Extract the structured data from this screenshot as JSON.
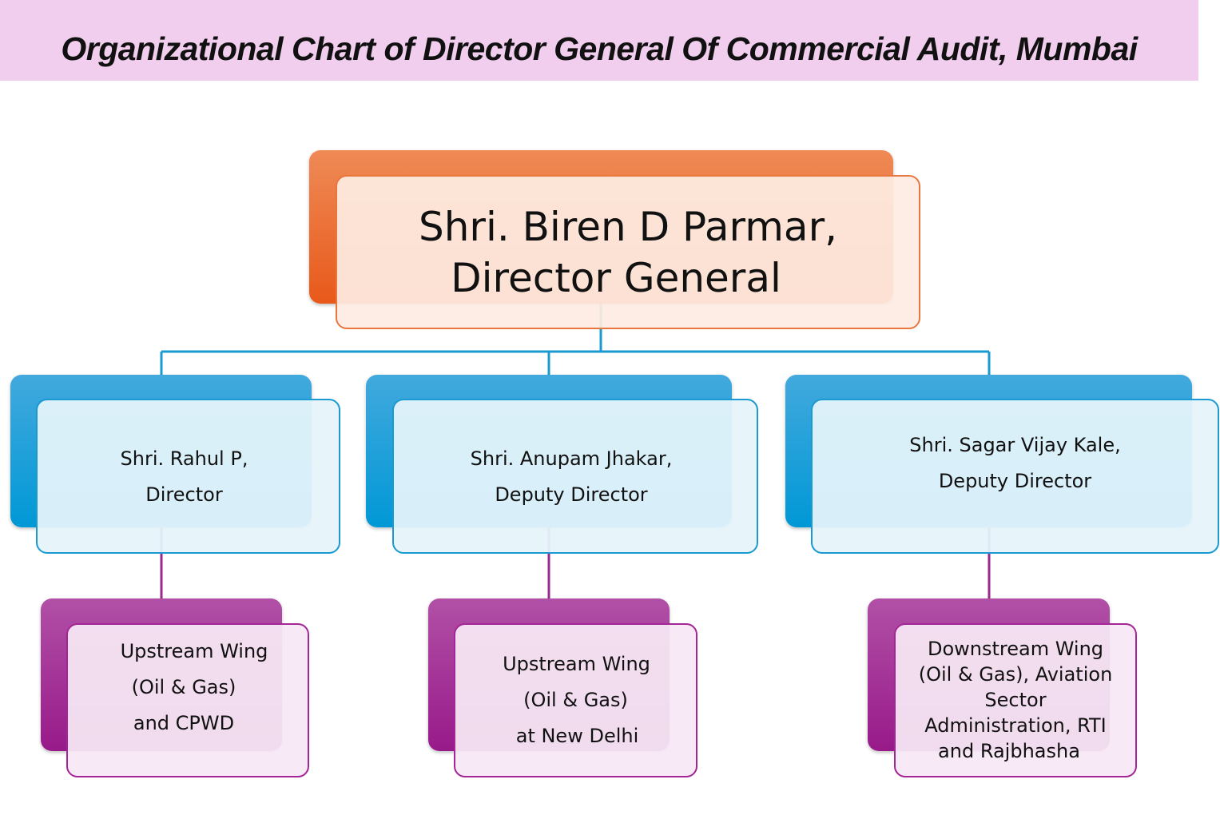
{
  "title": "Organizational Chart of Director General Of Commercial Audit, Mumbai",
  "colors": {
    "banner": "#f1cdee",
    "orange": "#e8591a",
    "blue": "#0098d6",
    "purple": "#981a8a",
    "line_blue": "#1a9ad1",
    "line_purple": "#9b2a8f"
  },
  "top": {
    "line1": "Shri. Biren D Parmar,",
    "line2": "Director General"
  },
  "level2": [
    {
      "line1": "Shri. Rahul P,",
      "line2": "Director"
    },
    {
      "line1": "Shri. Anupam Jhakar,",
      "line2": "Deputy Director"
    },
    {
      "line1": "Shri. Sagar Vijay Kale,",
      "line2": "Deputy Director"
    }
  ],
  "level3": [
    {
      "lines": [
        "Upstream Wing",
        "(Oil & Gas)",
        "and CPWD"
      ]
    },
    {
      "lines": [
        "Upstream Wing",
        "(Oil & Gas)",
        "at New Delhi"
      ]
    },
    {
      "lines": [
        "Downstream Wing",
        "(Oil & Gas), Aviation",
        "Sector",
        "Administration, RTI",
        "and Rajbhasha"
      ]
    }
  ]
}
